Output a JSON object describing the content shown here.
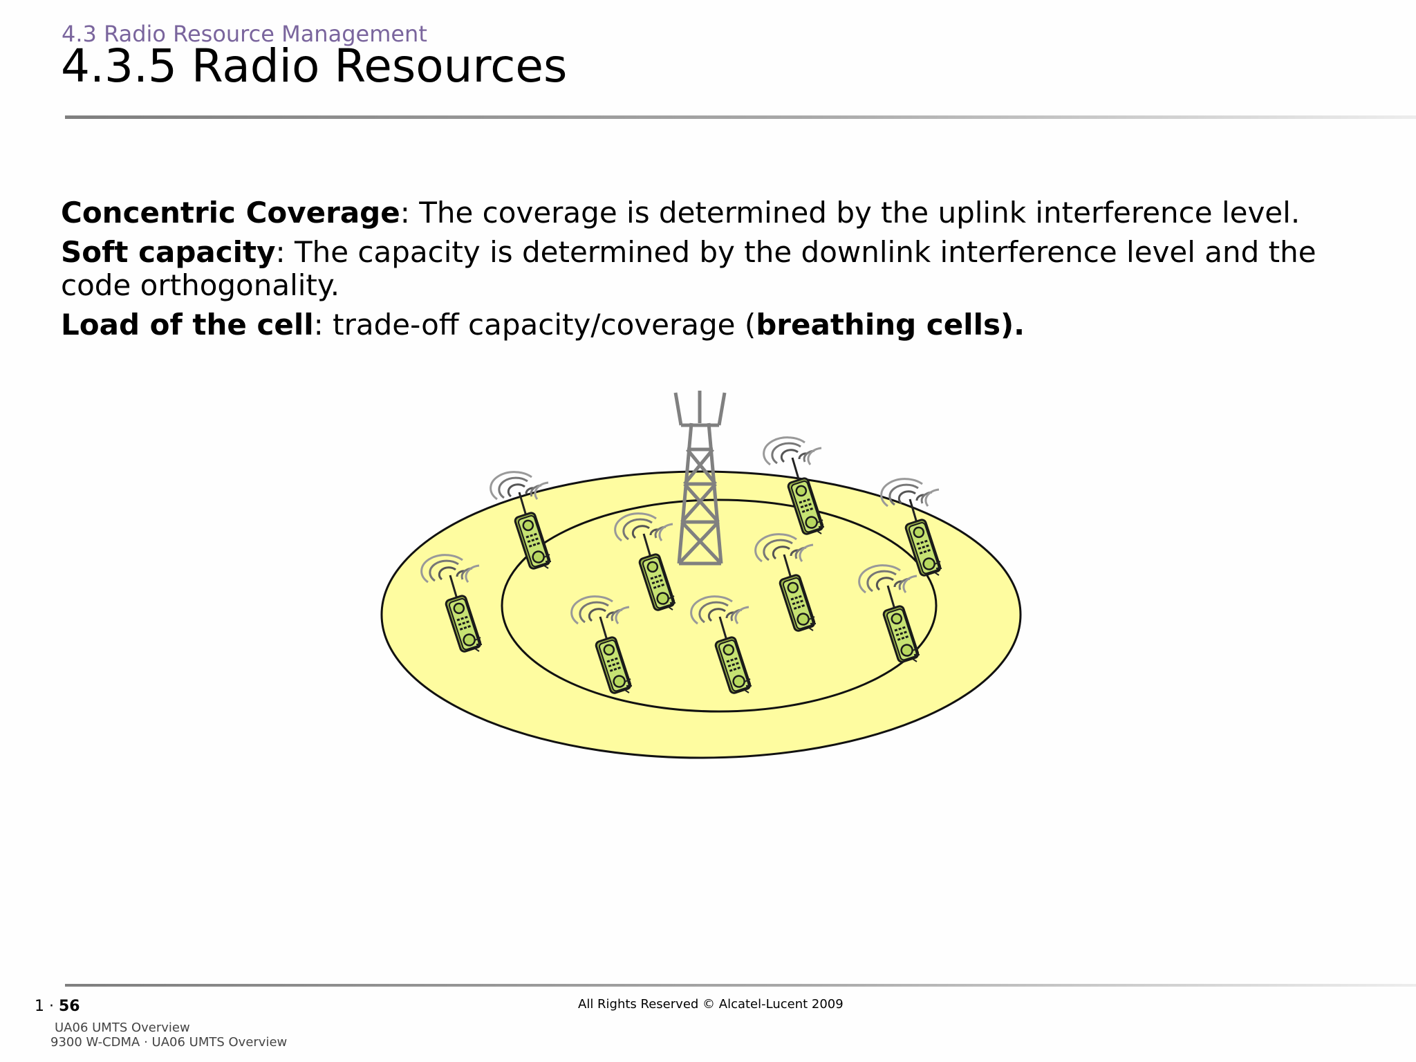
{
  "header": {
    "section": "4.3 Radio Resource Management",
    "title": "4.3.5 Radio Resources"
  },
  "body": {
    "p1_term": "Concentric Coverage",
    "p1_text": ": The coverage is determined by the uplink interference level.",
    "p2_term": "Soft capacity",
    "p2_text": ": The capacity is determined by the downlink interference level and the code orthogonality.",
    "p3_term": "Load of the cell",
    "p3_text": ": trade-off capacity/coverage (",
    "p3_emph": "breathing cells)."
  },
  "diagram": {
    "outer_cell_color": "#fefca0",
    "phone_color": "#c6e273",
    "tower_color": "#808080",
    "icons": [
      "antenna-tower-icon",
      "mobile-phone-icon"
    ]
  },
  "footer": {
    "page_prefix": "1 · ",
    "page_number": "56",
    "copyright": "All Rights Reserved © Alcatel-Lucent 2009",
    "line1": "UA06 UMTS Overview",
    "line2": "9300 W-CDMA · UA06 UMTS Overview"
  }
}
